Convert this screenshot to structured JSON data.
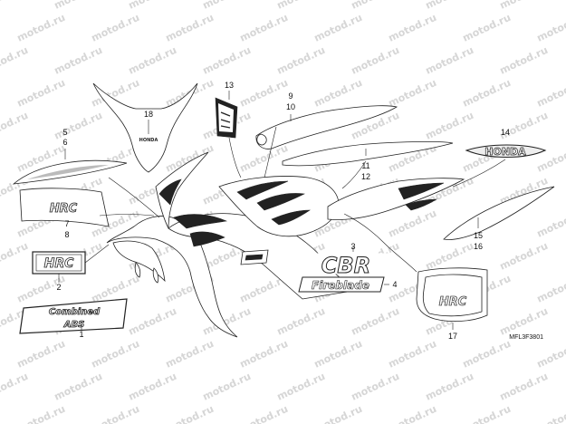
{
  "watermark": "motod.ru",
  "drawing_code": "MFL3F3801",
  "callouts": {
    "c1": "1",
    "c2": "2",
    "c3": "3",
    "c4": "4",
    "c5": "5",
    "c6": "6",
    "c7": "7",
    "c8": "8",
    "c9": "9",
    "c10": "10",
    "c11": "11",
    "c12": "12",
    "c13": "13",
    "c14": "14",
    "c15": "15",
    "c16": "16",
    "c17": "17",
    "c18": "18"
  },
  "logos": {
    "honda_emblem": "HONDA",
    "honda_small": "HONDA",
    "hrc_large": "HRC",
    "hrc_badge": "HRC",
    "hrc_small": "HRC",
    "cbr": "CBR",
    "fireblade": "Fireblade",
    "combined": "Combined",
    "abs": "ABS"
  }
}
